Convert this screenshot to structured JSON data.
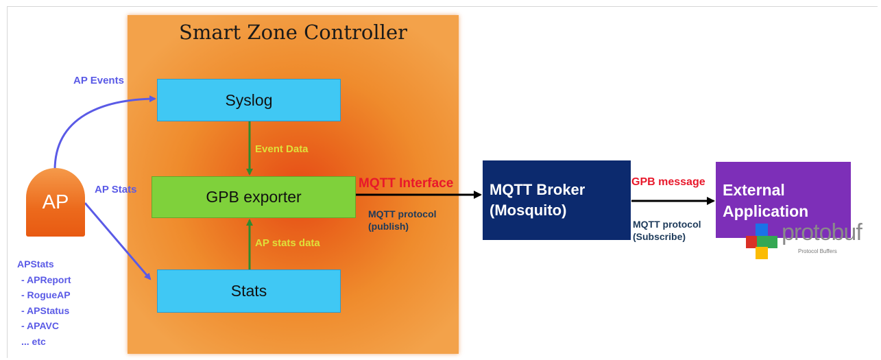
{
  "controller": {
    "title": "Smart Zone Controller"
  },
  "boxes": {
    "syslog": "Syslog",
    "gpb_exporter": "GPB exporter",
    "stats": "Stats",
    "broker_line1": "MQTT Broker",
    "broker_line2": "(Mosquito)",
    "external_line1": "External",
    "external_line2": "Application"
  },
  "ap": {
    "label": "AP"
  },
  "labels": {
    "ap_events": "AP Events",
    "ap_stats": "AP Stats",
    "event_data": "Event Data",
    "ap_stats_data": "AP stats data",
    "mqtt_interface": "MQTT Interface",
    "mqtt_protocol_pub_1": "MQTT protocol",
    "mqtt_protocol_pub_2": "(publish)",
    "gpb_message": "GPB message",
    "mqtt_protocol_sub_1": "MQTT protocol",
    "mqtt_protocol_sub_2": "(Subscribe)"
  },
  "apstats_list": {
    "heading": "APStats",
    "items": [
      "- APReport",
      "- RogueAP",
      "- APStatus",
      "- APAVC",
      "... etc"
    ]
  },
  "protobuf": {
    "word": "protobuf",
    "subtitle": "Protocol Buffers"
  },
  "colors": {
    "syslog_box": "#40c8f4",
    "gpb_box": "#7fd13b",
    "broker_box": "#0c2a6e",
    "external_box": "#7d2fb8",
    "controller_bg": "#ea6b1e",
    "ap_arrow": "#5a5ae6",
    "internal_arrow": "#2f8a2f",
    "label_red": "#e8182b",
    "label_yellow": "#dfe03a"
  }
}
